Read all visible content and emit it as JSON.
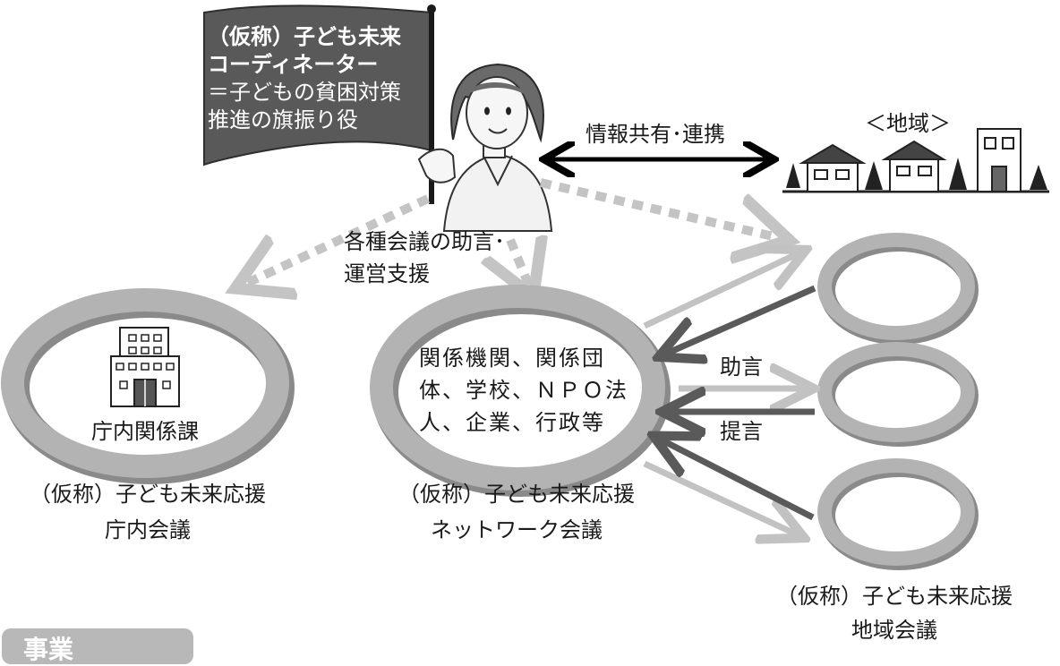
{
  "flag": {
    "line1": "（仮称）子ども未来",
    "line2": "コーディネーター",
    "line3": "＝子どもの貧困対策",
    "line4": "推進の旗振り役"
  },
  "labels": {
    "info_sharing": "情報共有･連携",
    "region": "＜地域＞",
    "support_line1": "各種会議の助言･",
    "support_line2": "運営支援",
    "agencies_line1": "関係機関、関係団",
    "agencies_line2": "体、学校、ＮＰＯ法",
    "agencies_line3": "人、企業、行政等",
    "internal_sections": "庁内関係課",
    "advice": "助言",
    "proposal": "提言"
  },
  "meetings": {
    "internal_line1": "（仮称）子ども未来応援",
    "internal_line2": "庁内会議",
    "network_line1": "（仮称）子ども未来応援",
    "network_line2": "ネットワーク会議",
    "regional_line1": "（仮称）子ども未来応援",
    "regional_line2": "地域会議"
  },
  "badge": {
    "text": "事業"
  },
  "colors": {
    "ring_light": "#b3b3b3",
    "ring_dark": "#8a8a8a",
    "flag": "#595959",
    "arrow_dark": "#5a5a5a",
    "arrow_light": "#c2c2c2",
    "dotted_arrow": "#c4c4c4"
  }
}
